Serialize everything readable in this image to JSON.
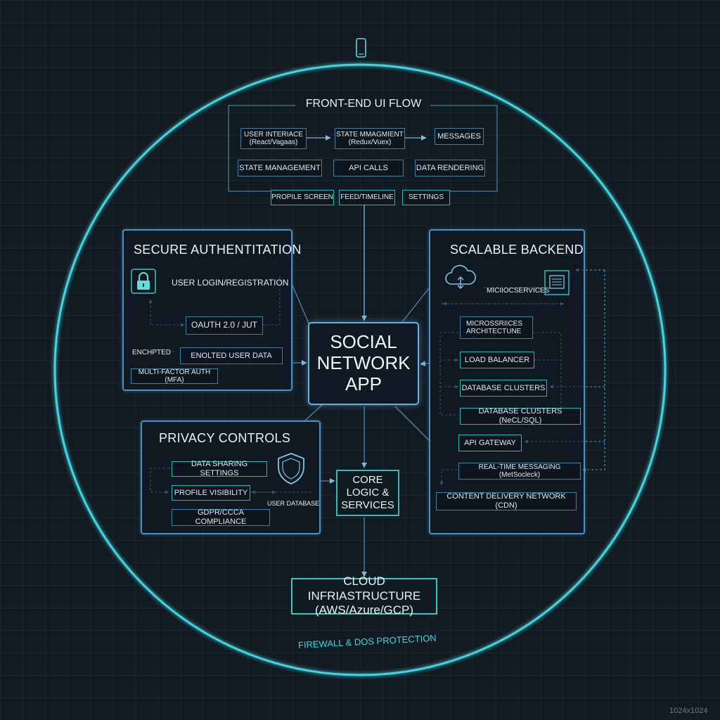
{
  "phone_icon": "mobile-phone-icon",
  "frontend": {
    "title": "FRONT-END UI FLOW",
    "user_interface": "USER INTERIACE (React/Vagaas)",
    "state_management_top": "STATE MMAGMIENT (Redux/Vuex)",
    "messages": "MESSAGES",
    "state_management": "STATE MANAGEMENT",
    "api_calls": "API CALLS",
    "data_rendering": "DATA RENDERING",
    "profile_screen": "PROPILE SCREEN",
    "feed_timeline": "FEED/TIMELINE",
    "settings": "SETTINGS"
  },
  "auth": {
    "title": "SECURE AUTHENTITATION",
    "lock_icon": "padlock-icon",
    "login": "USER LOGIN/REGISTRATION",
    "oauth": "OAUTH 2.0 / JUT",
    "encrypted": "ENCHPTED",
    "user_data": "ENOLTED USER DATA",
    "mfa": "MULTI-FACTOR AUTH (MFA)"
  },
  "hub": {
    "label": "SOCIAL NETWORK APP"
  },
  "backend": {
    "title": "SCALABLE BACKEND",
    "cloud_icon": "cloud-icon",
    "server_icon": "server-icon",
    "microservices_label": "MICIIOCSERVICES",
    "micro_arch": "MICROSSRIICES ARCHITECTUNE",
    "load_balancer": "LOAD BALANCER",
    "db_clusters": "DATABASE CLUSTERS",
    "db_clusters_sql": "DATABASE CLUSTERS (NeCL/SQL)",
    "api_gateway": "API GATEWAY",
    "realtime": "REAL-TIME MESSAGING (MetSocleck)",
    "cdn": "CONTENT DELIVERY NETWORK (CDN)"
  },
  "privacy": {
    "title": "PRIVACY CONTROLS",
    "shield_icon": "shield-icon",
    "sharing": "DATA SHARING SETTINGS",
    "visibility": "PROFILE VISIBILITY",
    "gdpr": "GDPR/CCCA COMPLIANCE",
    "user_db": "USER DATABASE"
  },
  "core": {
    "label": "CORE LOGIC & SERVICES"
  },
  "cloud": {
    "label": "CLOUD INFRIASTRUCTURE (AWS/Azure/GCP)"
  },
  "firewall": "FIREWALL & DOS PROTECTION",
  "size_label": "1024x1024",
  "colors": {
    "ring": "#3fd6e0",
    "panel": "#4d90c6",
    "accent": "#2fb3b8",
    "background": "#121a22"
  }
}
